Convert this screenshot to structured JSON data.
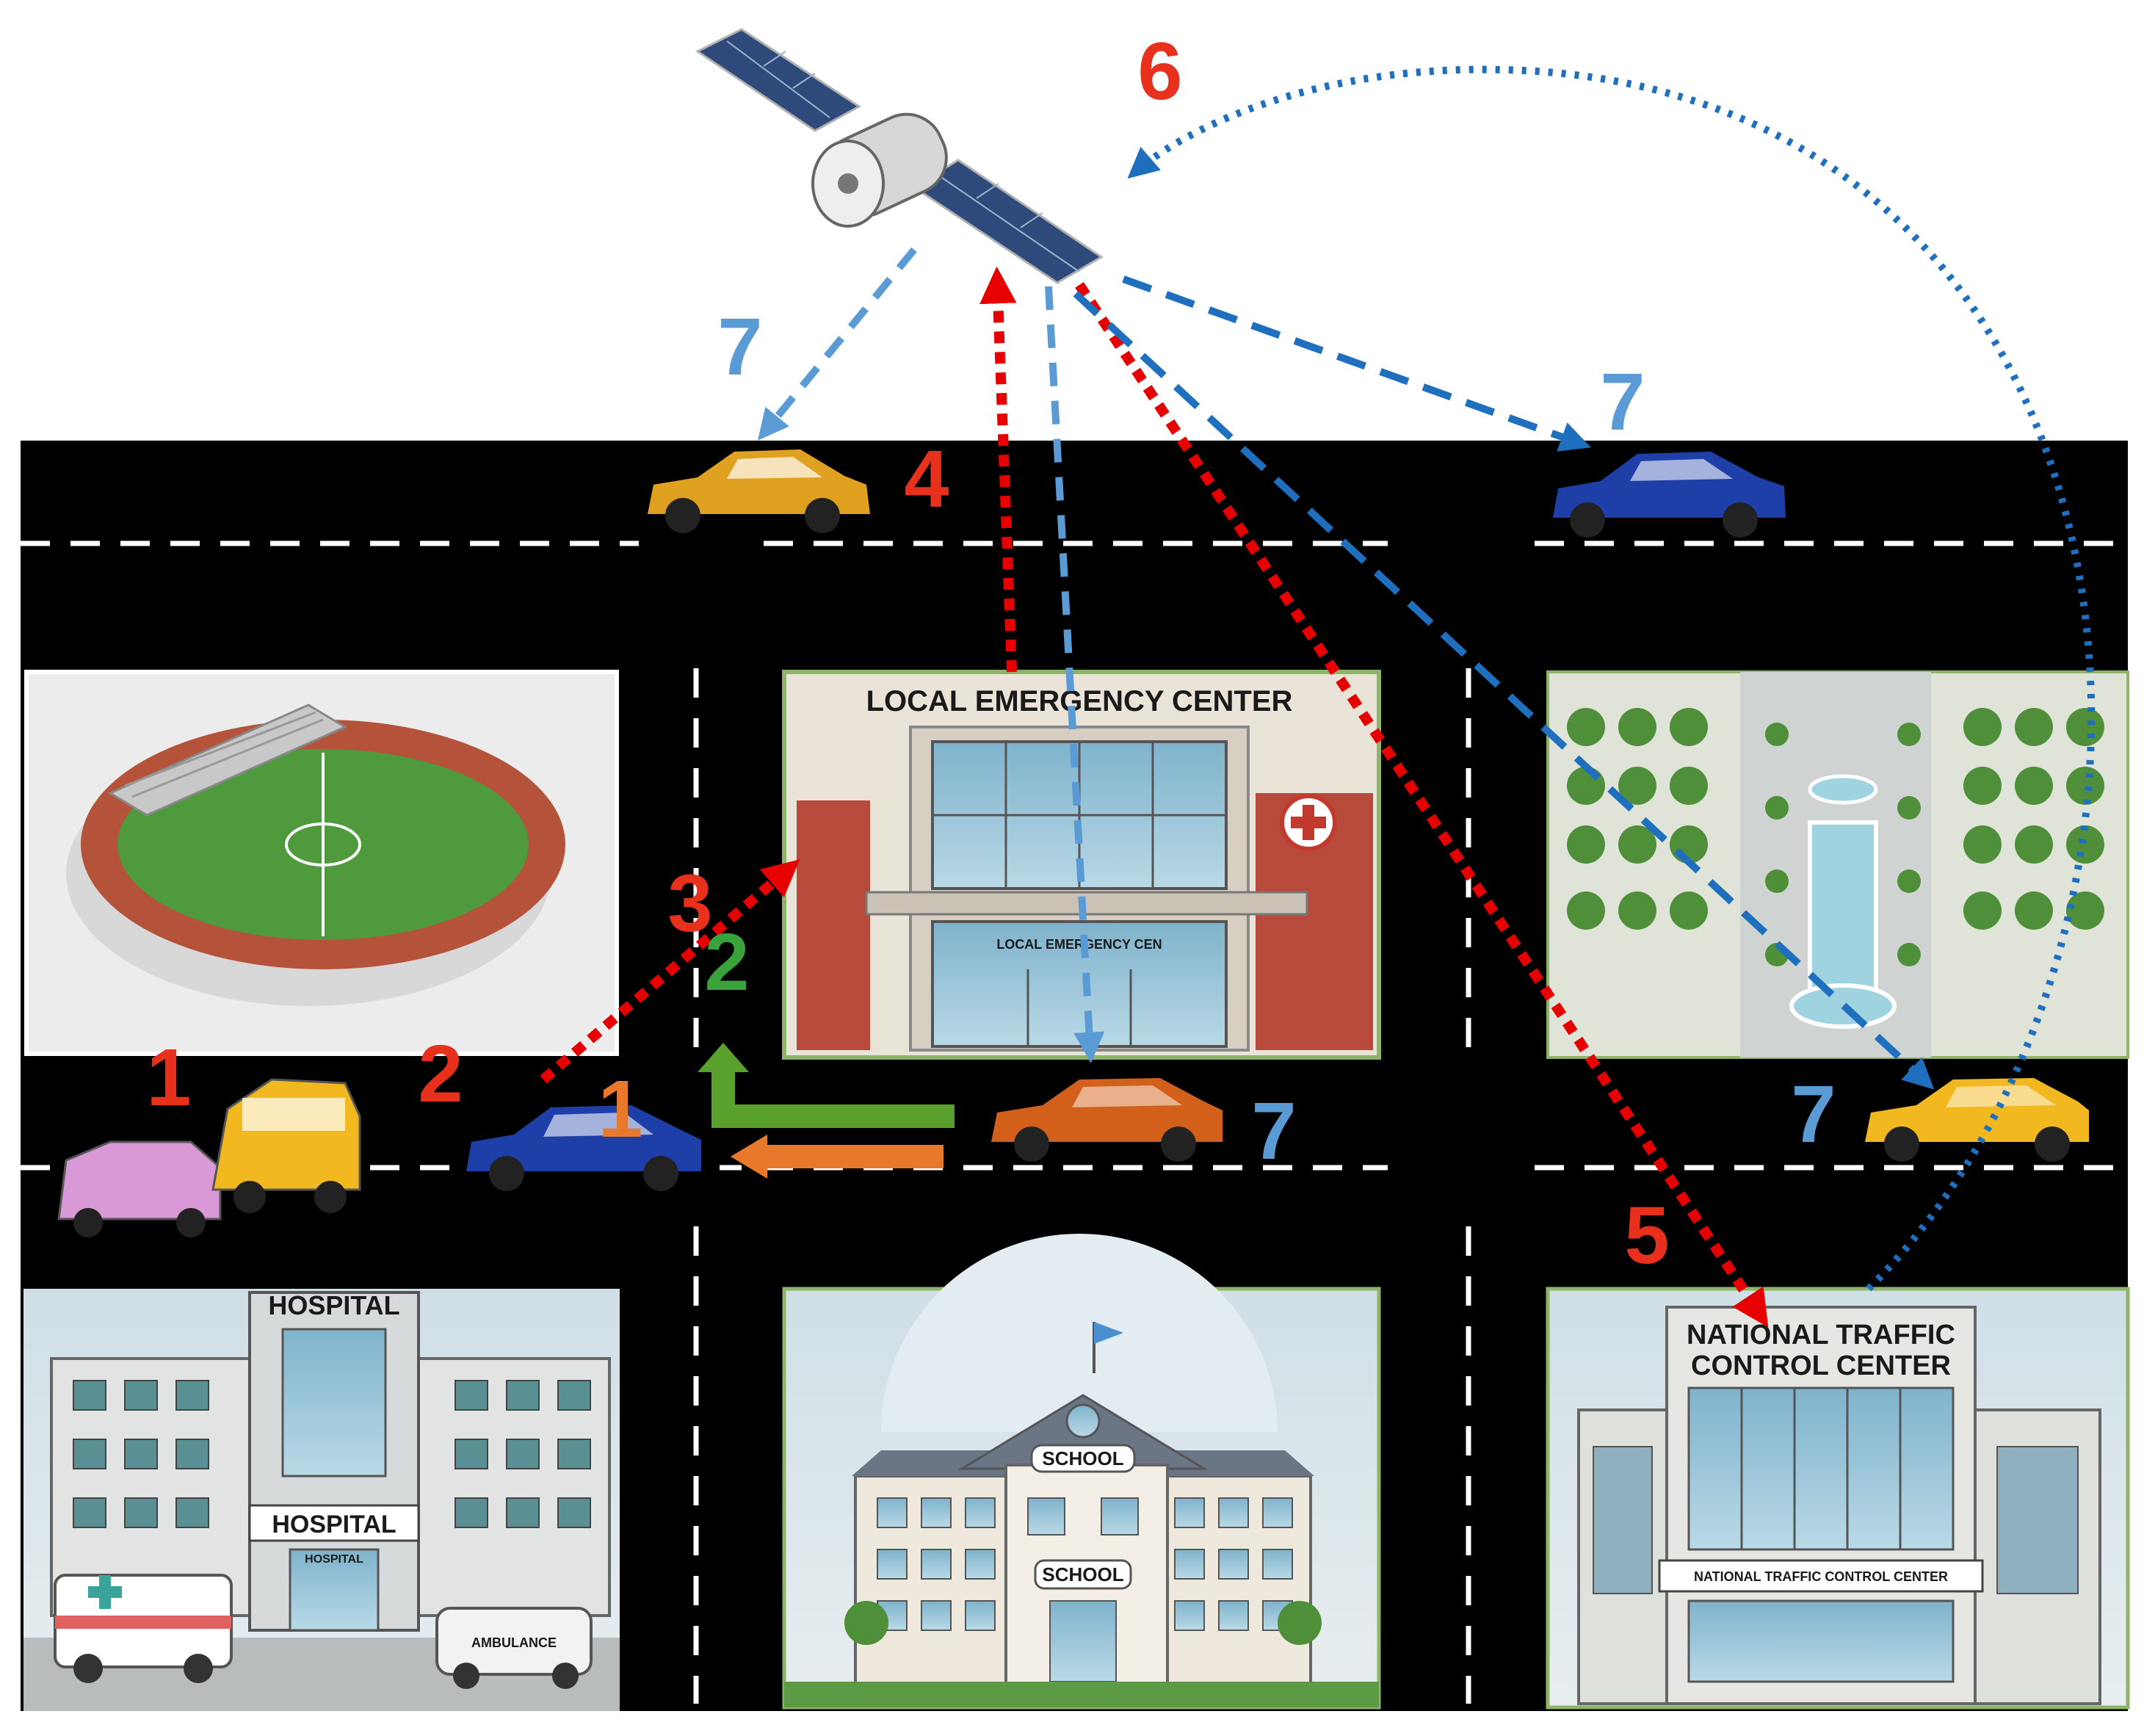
{
  "colors": {
    "red_step": "#e8311c",
    "blue_step": "#5b9bd5",
    "green_step": "#3aa23a",
    "orange_step": "#e8782a",
    "red_arrow": "#e60000",
    "light_blue_arrow": "#5b9bd5",
    "dark_blue_arrow": "#1f6fbf",
    "road": "#000000",
    "lane_marking": "#ffffff"
  },
  "steps": {
    "s1": "1",
    "s2": "2",
    "s2_green": "2",
    "s3": "3",
    "s4": "4",
    "s5": "5",
    "s6": "6",
    "s7": "7",
    "car_badge": "1"
  },
  "buildings": {
    "stadium": {
      "icon": "stadium-icon"
    },
    "emergency": {
      "sign": "LOCAL EMERGENCY CENTER",
      "door_sign": "LOCAL EMERGENCY CEN"
    },
    "park": {
      "icon": "park-icon"
    },
    "hospital": {
      "top_sign": "HOSPITAL",
      "main_sign": "HOSPITAL",
      "door_sign": "HOSPITAL",
      "ambulance_label": "AMBULANCE"
    },
    "school": {
      "top_sign": "SCHOOL",
      "main_sign": "SCHOOL"
    },
    "traffic_center": {
      "sign_line1": "NATIONAL TRAFFIC",
      "sign_line2": "CONTROL CENTER",
      "band_sign": "NATIONAL TRAFFIC CONTROL CENTER"
    }
  }
}
